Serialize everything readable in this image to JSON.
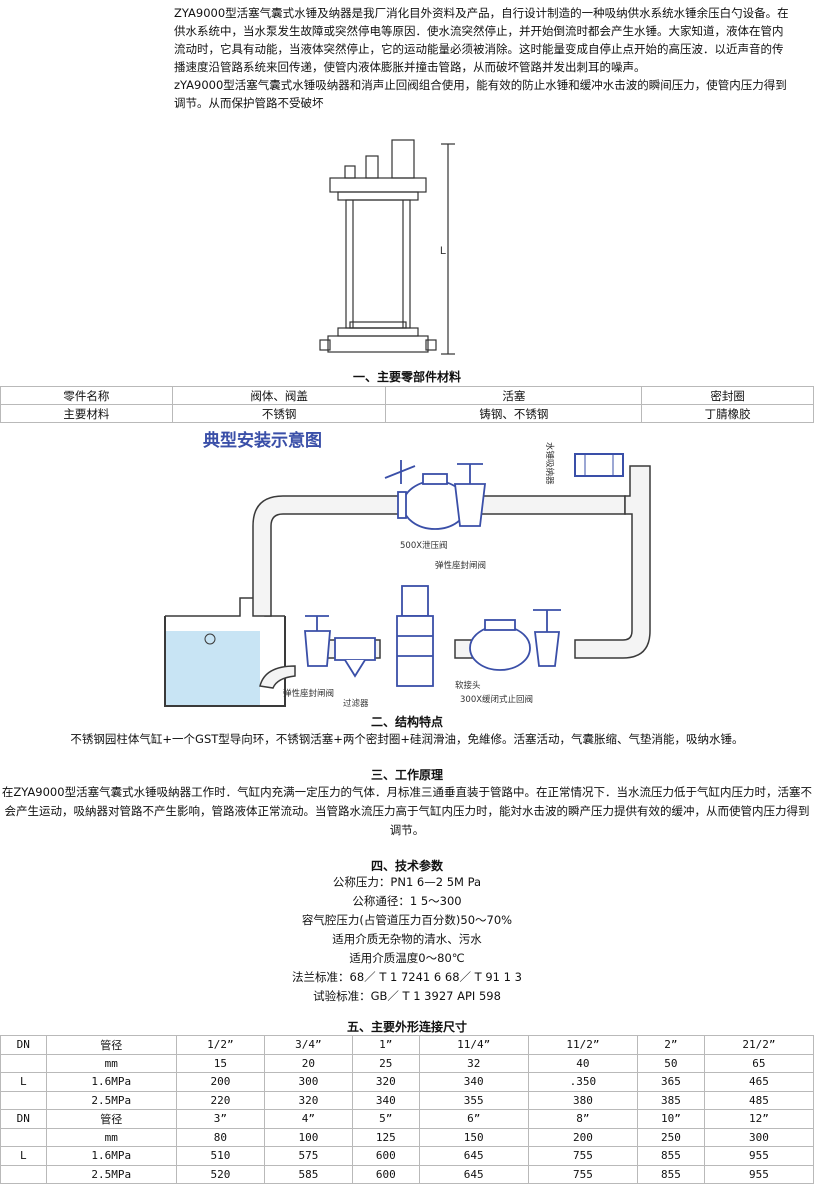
{
  "intro": {
    "p1": "ZYA9000型活塞气囊式水锤及纳器是我厂消化目外资料及产品，自行设计制造的一种吸纳供水系统水锤余压白勺设备。在供水系统中，当水泵发生故障或突然停电等原因．使水流突然停止，并开始倒流时都会产生水锤。大家知道，液体在管内流动时，它具有动能，当液体突然停止，它的运动能量必须被消除。这时能量变成自停止点开始的高压波．以近声音的传播速度沿管路系统来回传递，使管内液体膨胀并撞击管路，从而破坏管路并发出刺耳的噪声。",
    "p2": "zYA9000型活塞气囊式水锤吸纳器和消声止回阀组合使用，能有效的防止水锤和缓冲水击波的瞬间压力，使管内压力得到调节。从而保护管路不受破坏"
  },
  "figure1": {
    "dim_label": "L"
  },
  "section1": {
    "title": "一、主要零部件材料",
    "rows": [
      [
        "零件名称",
        "阀体、阀盖",
        "活塞",
        "密封圈"
      ],
      [
        "主要材料",
        "不锈钢",
        "铸钢、不锈钢",
        "丁腈橡胶"
      ]
    ]
  },
  "figure2": {
    "title": "典型安装示意图",
    "label_absorber": "水锤吸纳器",
    "label_relief": "500X泄压阀",
    "label_gate_top": "弹性座封闸阀",
    "label_gate_bottom": "弹性座封闸阀",
    "label_filter": "过滤器",
    "label_joint": "软接头",
    "label_check": "300X缓闭式止回阀"
  },
  "section2": {
    "title": "二、结构特点",
    "text": "不锈钢园柱体气缸+一个GST型导向环，不锈钢活塞+两个密封圈+硅润滑油，免維修。活塞活动，气囊胀缩、气垫消能，吸纳水锤。"
  },
  "section3": {
    "title": "三、工作原理",
    "text": "在ZYA9000型活塞气囊式水锤吸納器工作时．气缸内充满一定压力的气体．月标准三通垂直装于管路中。在正常情况下．当水流压力低于气缸内压力时，活塞不会产生运动，吸納器对管路不产生影响，管路液体正常流动。当管路水流压力高于气缸内压力时，能対水击波的瞬产压力提供有效的缓冲，从而使管内压力得到调节。"
  },
  "section4": {
    "title": "四、技术参数",
    "lines": [
      "公称压力：PN1 6—2 5M Pa",
      "公称通径：1 5～300",
      "容气腔压力(占管道压力百分数)50～70%",
      "适用介质无杂物的清水、污水",
      "适用介质温度0～80℃",
      "法兰标准：68／ T 1 7241 6 68／ T 91 1 3",
      "试验标准：GB／ T 1 3927 API 598"
    ]
  },
  "section5": {
    "title": "五、主要外形连接尺寸",
    "rows": [
      [
        "DN",
        "管径",
        "1/2”",
        "3/4”",
        "1”",
        "11/4”",
        "11/2”",
        "2”",
        "21/2”"
      ],
      [
        "",
        "mm",
        "15",
        "20",
        "25",
        "32",
        "40",
        "50",
        "65"
      ],
      [
        "L",
        "1.6MPa",
        "200",
        "300",
        "320",
        "340",
        ".350",
        "365",
        "465"
      ],
      [
        "",
        "2.5MPa",
        "220",
        "320",
        "340",
        "355",
        "380",
        "385",
        "485"
      ],
      [
        "DN",
        "管径",
        "3”",
        "4”",
        "5”",
        "6”",
        "8”",
        "10”",
        "12”"
      ],
      [
        "",
        "mm",
        "80",
        "100",
        "125",
        "150",
        "200",
        "250",
        "300"
      ],
      [
        "L",
        "1.6MPa",
        "510",
        "575",
        "600",
        "645",
        "755",
        "855",
        "955"
      ],
      [
        "",
        "2.5MPa",
        "520",
        "585",
        "600",
        "645",
        "755",
        "855",
        "955"
      ]
    ]
  },
  "colors": {
    "pipe_stroke": "#3a3a3a",
    "diagram_blue": "#3a4fa8",
    "water": "#c8e4f4",
    "border": "#b9b9b9"
  }
}
